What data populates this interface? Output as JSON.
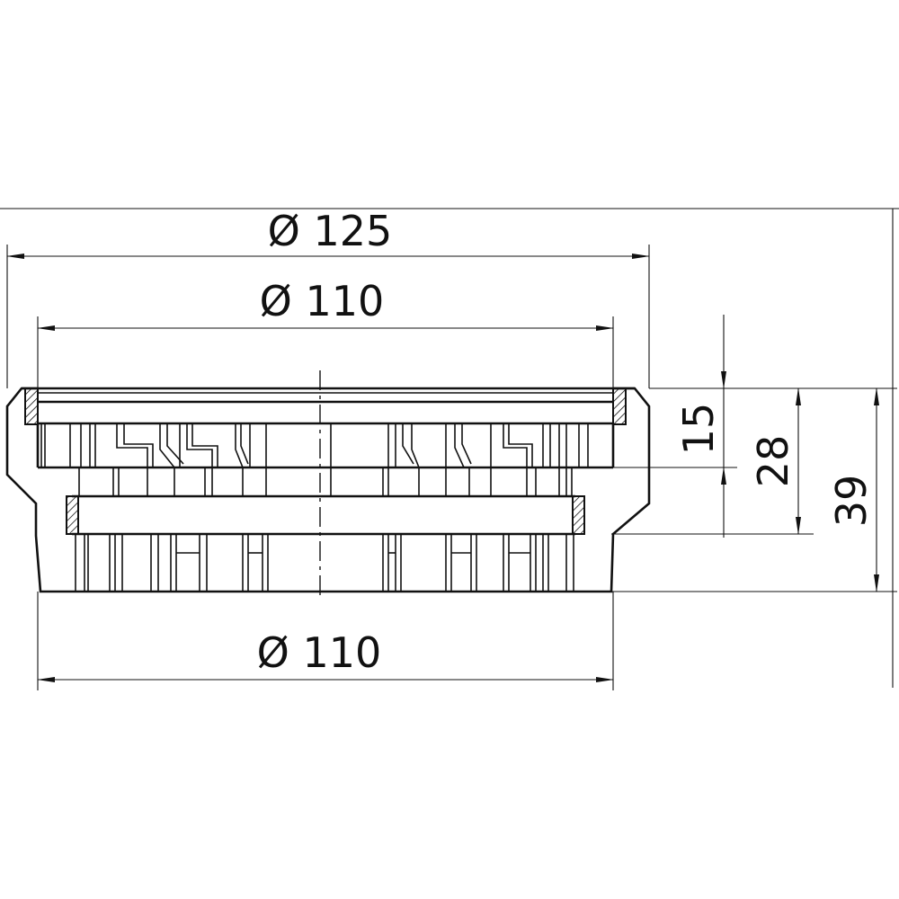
{
  "dimensions": {
    "top_outer": "Ø 125",
    "top_inner": "Ø 110",
    "bottom": "Ø 110",
    "height_15": "15",
    "height_28": "28",
    "height_39": "39"
  }
}
